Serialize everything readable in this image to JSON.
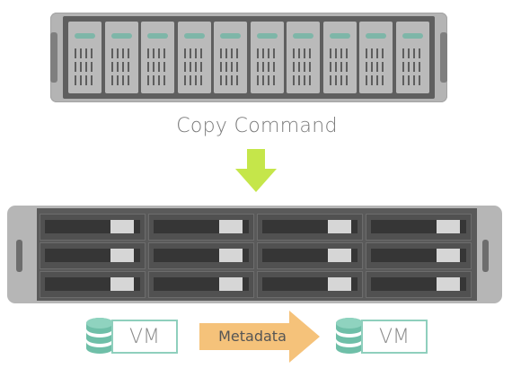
{
  "caption": "Copy Command",
  "metadata_label": "Metadata",
  "vm_left_label": "VM",
  "vm_right_label": "VM",
  "colors": {
    "arrow_down": "#c5e64a",
    "arrow_metadata": "#f5c27a",
    "accent_teal": "#8fcfbd",
    "database_icon": "#6fbfa8"
  }
}
